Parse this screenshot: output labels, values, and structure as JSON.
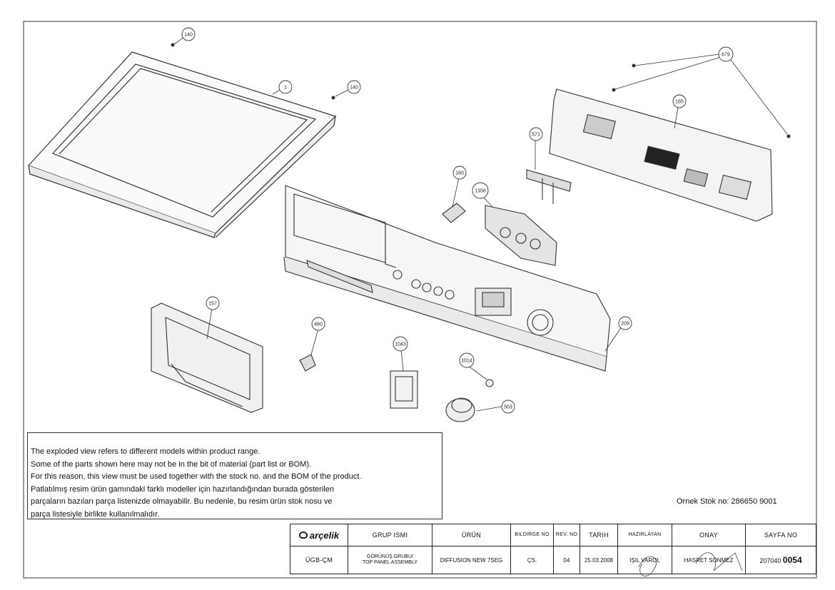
{
  "callouts": [
    "140",
    "1",
    "140",
    "679",
    "185",
    "571",
    "180",
    "1356",
    "157",
    "460",
    "1043",
    "1014",
    "503",
    "209"
  ],
  "note_lines": [
    "The exploded view refers to different models within product range.",
    "Some of the parts shown here may not be in the bit of material (part list or BOM).",
    "For this reason, this view must be used together with the stock no. and the BOM of the product.",
    "Patlatılmış resim ürün gamındaki farklı modeller için hazırlandığından burada gösterilen",
    "parçaların bazıları parça listenizde olmayabilir. Bu nedenle, bu resim ürün stok nosu ve",
    "parça listesiyle birlikte kullanılmalıdır."
  ],
  "stock_text": "Ornek Stok no: 286650 9001",
  "title_block": {
    "logo": "arçelik",
    "headers": {
      "group_name": "GRUP ISMI",
      "product": "ÜRÜN",
      "bildirge_no": "BILDIRGE NO",
      "rev_no": "REV. NO",
      "date": "TARIH",
      "prepared": "HAZIRLAYAN",
      "approved": "ONAY",
      "page_no": "SAYFA NO"
    },
    "values": {
      "code": "ÜGB-ÇM",
      "group_name_1": "GÖRÜNÜŞ GRUBU/",
      "group_name_2": "TOP PANEL ASSEMBLY",
      "product": "DIFFUSION NEW 7SEG",
      "bildirge_no": "ÇS.",
      "rev_no": "04",
      "date": "25.03.2008",
      "prepared": "IŞIL VAROL",
      "approved": "HASRET SÖNMEZ",
      "page_prefix": "207040",
      "page_suffix": "0054"
    }
  }
}
